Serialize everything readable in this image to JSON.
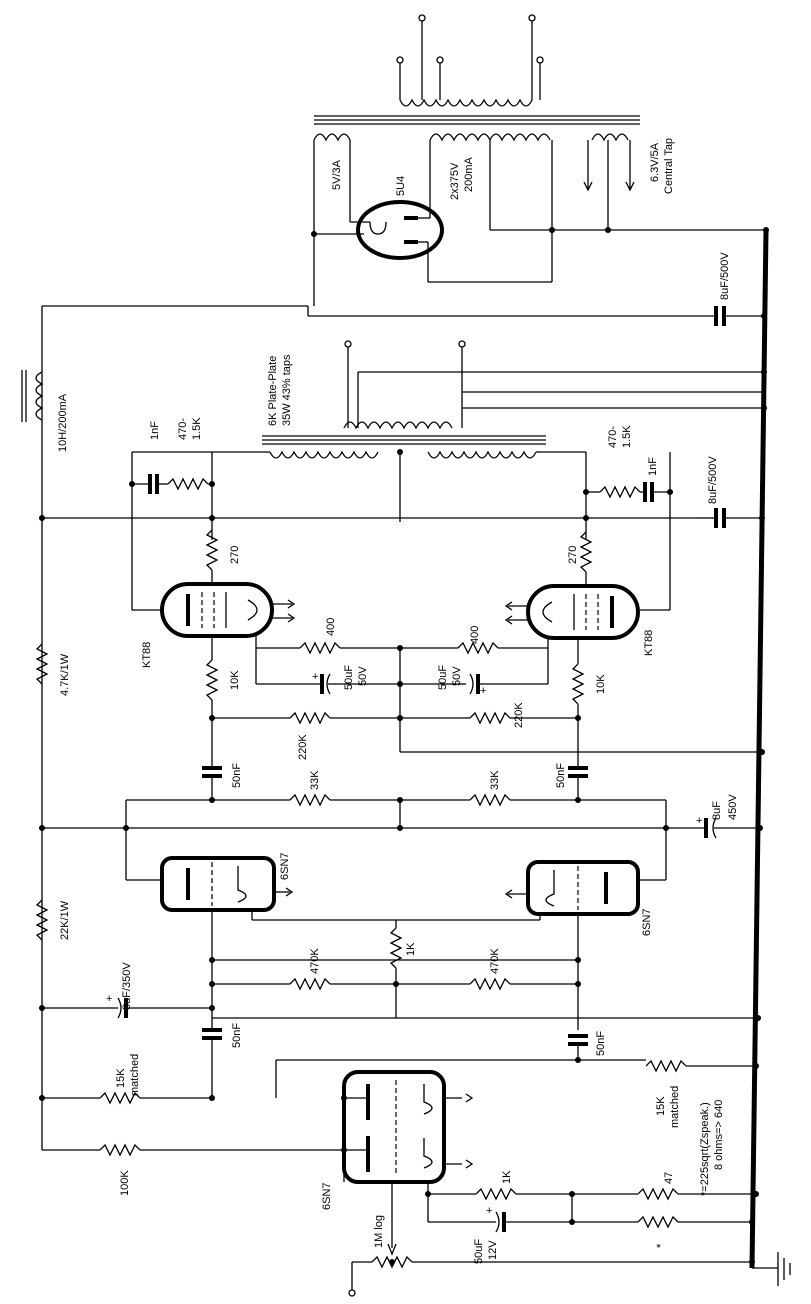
{
  "power_supply": {
    "rectifier_label": "5U4",
    "heater_5v": "5V/3A",
    "ht_secondary_1": "2x375V",
    "ht_secondary_2": "200mA",
    "heater_63v_1": "6.3V/5A",
    "heater_63v_2": "Central Tap",
    "filter_cap_1": "8uF/500V",
    "choke": "10H/200mA",
    "filter_cap_2": "8uF/500V"
  },
  "output_transformer": {
    "label_1": "6K Plate-Plate",
    "label_2": "35W 43% taps"
  },
  "output_stage": {
    "tube_left": "KT88",
    "tube_right": "KT88",
    "zobel_cap_left": "1nF",
    "zobel_res_left_1": "470-",
    "zobel_res_left_2": "1.5K",
    "zobel_cap_right": "1nF",
    "zobel_res_right_1": "470-",
    "zobel_res_right_2": "1.5K",
    "screen_res_left": "270",
    "screen_res_right": "270",
    "cathode_res_left": "400",
    "cathode_res_right": "400",
    "cathode_cap_left_1": "50uF",
    "cathode_cap_left_2": "50V",
    "cathode_cap_right_1": "50uF",
    "cathode_cap_right_2": "50V",
    "grid_stop_left": "10K",
    "grid_stop_right": "10K",
    "grid_leak_left": "220K",
    "grid_leak_right": "220K"
  },
  "driver_stage": {
    "coupling_cap_left": "50nF",
    "coupling_cap_right": "50nF",
    "plate_res_left": "33K",
    "plate_res_right": "33K",
    "decouple_cap_1": "8uF",
    "decouple_cap_2": "450V",
    "tube_left": "6SN7",
    "tube_right": "6SN7",
    "grid_res_left": "470K",
    "grid_res_right": "470K",
    "tail_res": "1K"
  },
  "supply_chain": {
    "dropper_1": "4.7K/1W",
    "dropper_2": "22K/1W",
    "decouple_cap": "8uF/350V"
  },
  "input_stage": {
    "coupling_cap_left": "50nF",
    "coupling_cap_right": "50nF",
    "plate_res_left_1": "15K",
    "plate_res_left_2": "matched",
    "plate_res_right_1": "15K",
    "plate_res_right_2": "matched",
    "grid_ref_res": "100K",
    "tube": "6SN7",
    "volume_pot_1": "1M log",
    "cathode_cap_1": "50uF",
    "cathode_cap_2": "12V",
    "cathode_res": "1K",
    "feedback_res": "47",
    "feedback_star": "*",
    "note_1": "*=225sqrt(Zspeak.)",
    "note_2": "8 ohms=> 640"
  }
}
